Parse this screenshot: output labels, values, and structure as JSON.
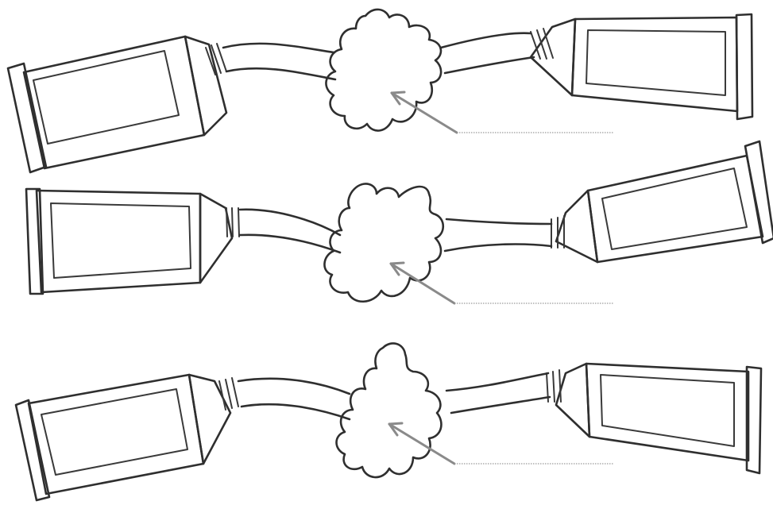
{
  "worksheet": {
    "rows": [
      {
        "id": 1,
        "answer_text": ""
      },
      {
        "id": 2,
        "answer_text": ""
      },
      {
        "id": 3,
        "answer_text": ""
      }
    ]
  }
}
